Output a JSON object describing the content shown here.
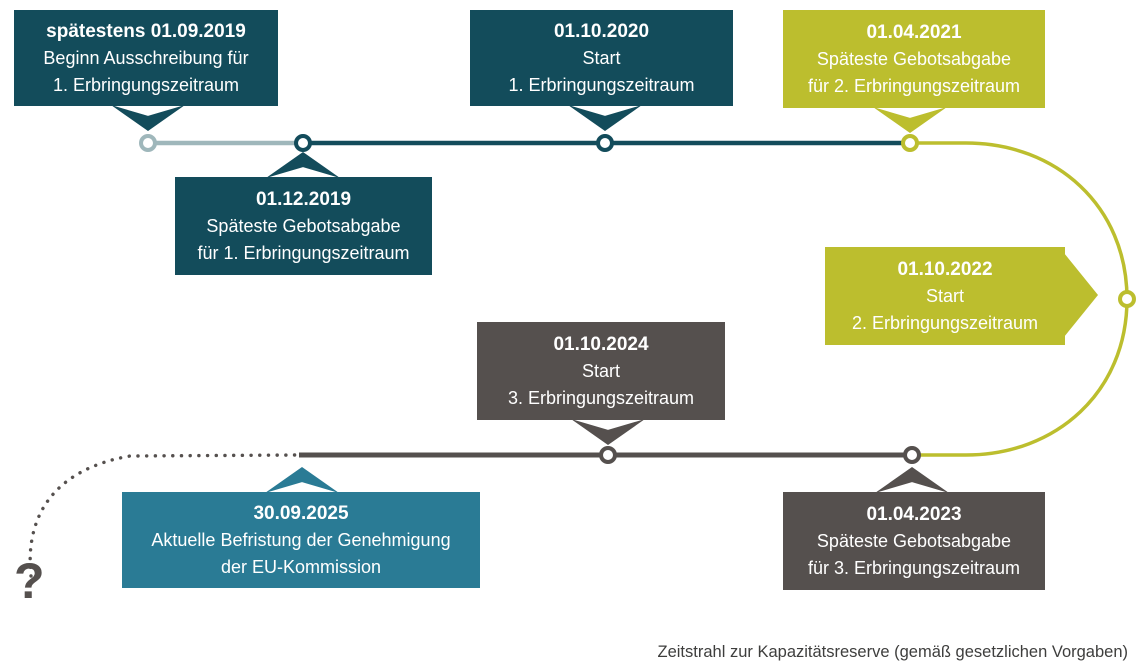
{
  "caption": "Zeitstrahl zur Kapazitätsreserve (gemäß gesetzlichen Vorgaben)",
  "question_mark": "?",
  "colors": {
    "dark_teal": "#134c5b",
    "teal": "#2a7b95",
    "olive": "#bcbe2e",
    "gray": "#55504e",
    "light_line": "#9fb7bb",
    "node_fill": "#ffffff",
    "caption": "#3e3e3d"
  },
  "milestones": [
    {
      "date": "spätestens 01.09.2019",
      "line1": "Beginn Ausschreibung für",
      "line2": "1. Erbringungszeitraum"
    },
    {
      "date": "01.12.2019",
      "line1": "Späteste Gebotsabgabe",
      "line2": "für 1. Erbringungszeitraum"
    },
    {
      "date": "01.10.2020",
      "line1": "Start",
      "line2": "1. Erbringungszeitraum"
    },
    {
      "date": "01.04.2021",
      "line1": "Späteste Gebotsabgabe",
      "line2": "für 2. Erbringungszeitraum"
    },
    {
      "date": "01.10.2022",
      "line1": "Start",
      "line2": "2. Erbringungszeitraum"
    },
    {
      "date": "01.10.2024",
      "line1": "Start",
      "line2": "3. Erbringungszeitraum"
    },
    {
      "date": "01.04.2023",
      "line1": "Späteste Gebotsabgabe",
      "line2": "für 3. Erbringungszeitraum"
    },
    {
      "date": "30.09.2025",
      "line1": "Aktuelle Befristung der Genehmigung",
      "line2": "der EU-Kommission"
    }
  ]
}
